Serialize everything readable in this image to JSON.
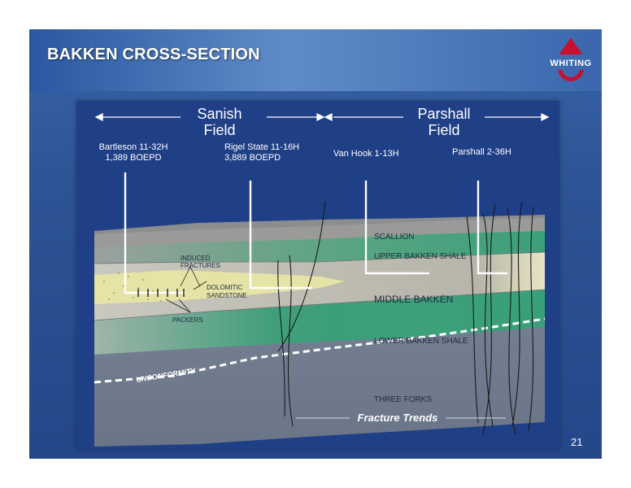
{
  "slide": {
    "title": "BAKKEN CROSS-SECTION",
    "logo_text": "WHITING",
    "page_number": "21",
    "colors": {
      "background": "#2d5496",
      "logo_red": "#c8102e",
      "panel": "#1f3f86",
      "scallion": "#9a9a98",
      "shale": "#3aa07a",
      "middle_bakken": "#b9b7ad",
      "three_forks": "#6f7a8c",
      "sandstone": "#e6e3a6"
    }
  },
  "diagram": {
    "fields": [
      {
        "name_line1": "Sanish",
        "name_line2": "Field"
      },
      {
        "name_line1": "Parshall",
        "name_line2": "Field"
      }
    ],
    "wells": [
      {
        "name": "Bartleson 11-32H",
        "rate": "1,389 BOEPD"
      },
      {
        "name": "Rigel State 11-16H",
        "rate": "3,889 BOEPD"
      },
      {
        "name": "Van Hook 1-13H",
        "rate": ""
      },
      {
        "name": "Parshall 2-36H",
        "rate": ""
      }
    ],
    "layers": {
      "scallion": "SCALLION",
      "upper_bakken": "UPPER BAKKEN SHALE",
      "middle_bakken": "MIDDLE BAKKEN",
      "lower_bakken": "LOWER BAKKEN SHALE",
      "three_forks": "THREE FORKS"
    },
    "annotations": {
      "induced_line1": "INDUCED",
      "induced_line2": "FRACTURES",
      "dolomitic_line1": "DOLOMITIC",
      "dolomitic_line2": "SANDSTONE",
      "packers": "PACKERS",
      "unconformity": "UNCONFORMITY",
      "fracture_trends": "Fracture Trends"
    }
  }
}
